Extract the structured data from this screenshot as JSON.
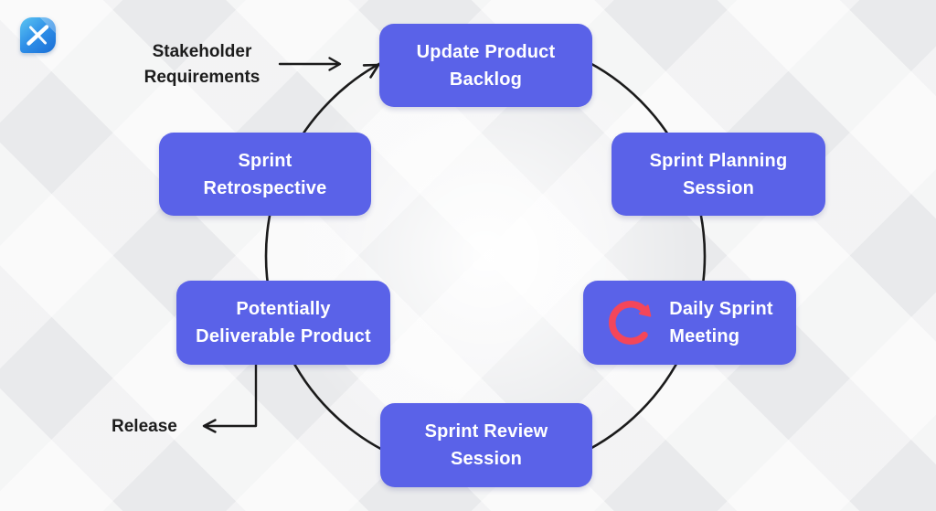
{
  "page": {
    "title": "Scrum sprint cycle diagram"
  },
  "logo": {
    "name": "x-brand-logo"
  },
  "annotations": {
    "stakeholder": {
      "line1": "Stakeholder",
      "line2": "Requirements"
    },
    "release": {
      "label": "Release"
    }
  },
  "cycle": {
    "direction": "clockwise",
    "nodes": [
      {
        "id": "update-product-backlog",
        "line1": "Update Product",
        "line2": "Backlog"
      },
      {
        "id": "sprint-planning-session",
        "line1": "Sprint Planning",
        "line2": "Session"
      },
      {
        "id": "daily-sprint-meeting",
        "line1": "Daily Sprint",
        "line2": "Meeting",
        "icon": "refresh-icon"
      },
      {
        "id": "sprint-review-session",
        "line1": "Sprint Review",
        "line2": "Session"
      },
      {
        "id": "potentially-deliverable-product",
        "line1": "Potentially",
        "line2": "Deliverable Product"
      },
      {
        "id": "sprint-retrospective",
        "line1": "Sprint",
        "line2": "Retrospective"
      }
    ]
  },
  "colors": {
    "node_bg": "#5a62e8",
    "node_text": "#ffffff",
    "line": "#1b1b1b",
    "refresh_icon_red": "#f4465a",
    "annotation_text": "#1c1c1c",
    "background": "#e9eaec"
  }
}
